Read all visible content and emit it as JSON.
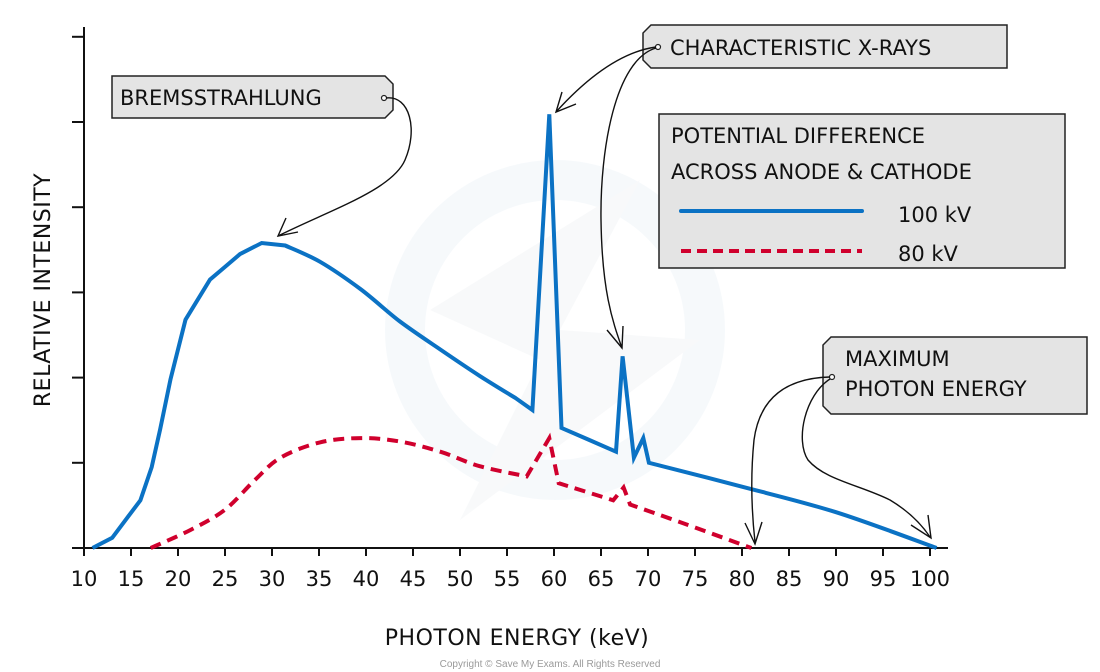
{
  "chart_data": {
    "type": "line",
    "title": "",
    "xlabel": "PHOTON ENERGY (keV)",
    "ylabel": "RELATIVE INTENSITY",
    "xlim": [
      10,
      101
    ],
    "ylim": [
      0,
      6
    ],
    "x_ticks": [
      10,
      15,
      20,
      25,
      30,
      35,
      40,
      45,
      50,
      55,
      60,
      65,
      70,
      75,
      80,
      85,
      90,
      95,
      100
    ],
    "y_tick_count": 7,
    "y_tick_labels_shown": false,
    "grid": false,
    "legend": {
      "title_lines": [
        "POTENTIAL DIFFERENCE",
        "ACROSS ANODE & CATHODE"
      ],
      "placement": "top-right",
      "entries": [
        {
          "label": "100 kV",
          "style": "solid",
          "color": "#0b72c4"
        },
        {
          "label": "80 kV",
          "style": "dashed",
          "color": "#d0002d"
        }
      ]
    },
    "series": [
      {
        "name": "100 kV",
        "color": "#0b72c4",
        "style": "solid",
        "points": [
          [
            10.9,
            0
          ],
          [
            13.0,
            0.12
          ],
          [
            16.0,
            0.56
          ],
          [
            17.2,
            0.95
          ],
          [
            18.1,
            1.39
          ],
          [
            19.2,
            1.98
          ],
          [
            20.8,
            2.68
          ],
          [
            23.4,
            3.15
          ],
          [
            26.6,
            3.45
          ],
          [
            28.9,
            3.58
          ],
          [
            31.4,
            3.55
          ],
          [
            35.1,
            3.36
          ],
          [
            39.4,
            3.04
          ],
          [
            43.6,
            2.66
          ],
          [
            47.9,
            2.33
          ],
          [
            52.1,
            2.02
          ],
          [
            55.9,
            1.76
          ],
          [
            57.7,
            1.62
          ],
          [
            59.5,
            5.09
          ],
          [
            60.8,
            1.41
          ],
          [
            66.6,
            1.13
          ],
          [
            67.3,
            2.25
          ],
          [
            68.5,
            1.06
          ],
          [
            69.5,
            1.29
          ],
          [
            70.1,
            1.0
          ],
          [
            80.0,
            0.72
          ],
          [
            90.0,
            0.42
          ],
          [
            100.7,
            0
          ]
        ]
      },
      {
        "name": "80 kV",
        "color": "#d0002d",
        "style": "dashed",
        "points": [
          [
            17.1,
            0
          ],
          [
            21.3,
            0.21
          ],
          [
            25.0,
            0.45
          ],
          [
            28.2,
            0.8
          ],
          [
            30.9,
            1.06
          ],
          [
            35.1,
            1.24
          ],
          [
            39.4,
            1.29
          ],
          [
            43.6,
            1.25
          ],
          [
            47.9,
            1.13
          ],
          [
            52.1,
            0.96
          ],
          [
            57.1,
            0.84
          ],
          [
            59.5,
            1.29
          ],
          [
            60.5,
            0.76
          ],
          [
            66.3,
            0.56
          ],
          [
            67.4,
            0.71
          ],
          [
            68.1,
            0.51
          ],
          [
            74.0,
            0.28
          ],
          [
            81.0,
            0
          ]
        ]
      }
    ],
    "annotations": [
      {
        "text": "BREMSSTRAHLUNG",
        "points_to": [
          [
            29.5,
            3.6
          ]
        ]
      },
      {
        "text": "CHARACTERISTIC X-RAYS",
        "points_to": [
          [
            59.5,
            5.1
          ],
          [
            67.3,
            2.3
          ]
        ]
      },
      {
        "text_lines": [
          "MAXIMUM",
          "PHOTON ENERGY"
        ],
        "points_to": [
          [
            81.0,
            0.05
          ],
          [
            100.3,
            0.1
          ]
        ]
      }
    ]
  },
  "copyright": "Copyright © Save My Exams. All Rights Reserved"
}
